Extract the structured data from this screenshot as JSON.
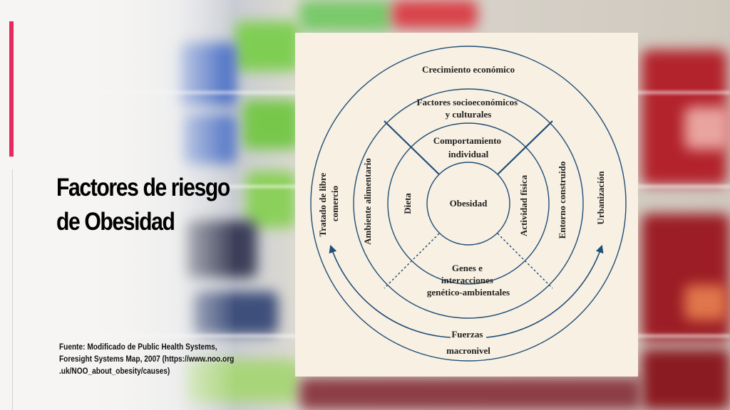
{
  "title": {
    "line1": "Factores de riesgo",
    "line2": "de Obesidad"
  },
  "source": {
    "line1": "Fuente: Modificado de Public Health Systems,",
    "line2": "Foresight Systems Map, 2007 (https://www.noo.org",
    "line3": ".uk/NOO_about_obesity/causes)"
  },
  "diagram": {
    "outer_ring_top": "Crecimiento económico",
    "outer_ring_left_line1": "Tratado de libre",
    "outer_ring_left_line2": "comercio",
    "outer_ring_right": "Urbanización",
    "outer_ring_bottom_line1": "Fuerzas",
    "outer_ring_bottom_line2": "macronivel",
    "middle_ring_top_line1": "Factores socioeconómicos",
    "middle_ring_top_line2": "y culturales",
    "middle_ring_left": "Ambiente alimentario",
    "middle_ring_right": "Entorno construido",
    "inner_ring_top_line1": "Comportamiento",
    "inner_ring_top_line2": "individual",
    "inner_ring_left": "Dieta",
    "inner_ring_right": "Actividad física",
    "inner_ring_bottom_line1": "Genes e",
    "inner_ring_bottom_line2": "interacciones",
    "inner_ring_bottom_line3": "genético-ambientales",
    "center": "Obesidad",
    "line_color": "#1f4e79"
  }
}
